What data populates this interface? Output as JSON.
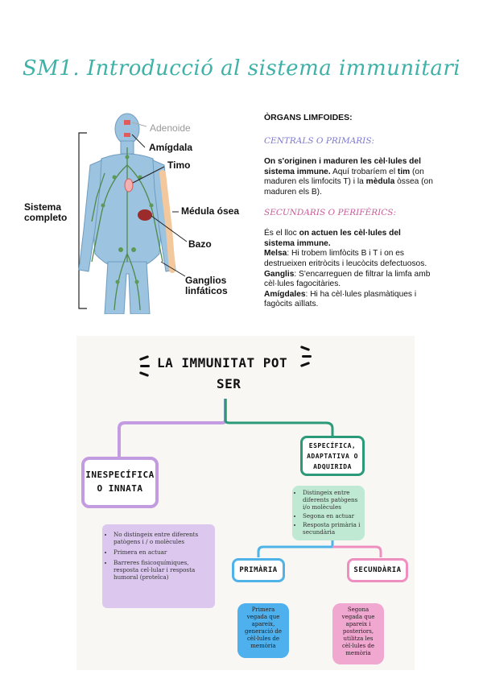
{
  "title": "SM1. Introducció al sistema immunitari",
  "anatomy": {
    "labels": {
      "adenoide": "Adenoide",
      "amigdala": "Amígdala",
      "timo": "Timo",
      "sistema": "Sistema\ncompleto",
      "medula": "Médula ósea",
      "bazo": "Bazo",
      "ganglios": "Ganglios\nlinfáticos"
    }
  },
  "organs": {
    "heading": "ÒRGANS LIMFOIDES:",
    "centrals_title": "CENTRALS O PRIMARIS:",
    "centrals": {
      "b1": "On s'originen i maduren les cèl·lules del sistema immune.",
      "t1": " Aquí trobaríem el ",
      "b2": "tim",
      "t2": " (on maduren els limfocits T) i la ",
      "b3": "mèdula",
      "t3": " òssea (on maduren els B)."
    },
    "secundaris_title": "SECUNDARIS O PERIFÈRICS:",
    "secundaris": {
      "t1": "És el lloc ",
      "b1": "on actuen les cèl·lules del sistema immune.",
      "melsa_b": "Melsa",
      "melsa_t": ": Hi trobem limfòcits B i T i on es destrueixen eritròcits i leucòcits defectuosos.",
      "ganglis_b": "Ganglis",
      "ganglis_t": ": S'encarreguen de filtrar la limfa amb cèl·lules fagocitàries.",
      "amig_b": "Amígdales",
      "amig_t": ": Hi ha cèl·lules plasmàtiques i fagòcits aïllats."
    }
  },
  "mindmap": {
    "title_line1": "LA IMMUNITAT POT",
    "title_line2": "SER",
    "inespecifica": "INESPECÍFICA\nO INNATA",
    "inespecifica_points": [
      "No distingeix entre diferents patògens i / o molècules",
      "Primera en actuar",
      "Barreres fisicoquímiques, resposta cel·lular i resposta humoral (proteïca)"
    ],
    "especifica": "ESPECÍFICA,\nADAPTATIVA O\nADQUIRIDA",
    "especifica_points": [
      "Distingeix entre diferents patògens i/o molècules",
      "Segona en actuar",
      "Resposta primària i secundària"
    ],
    "primaria": "PRIMÀRIA",
    "primaria_text": "Primera vegada que apareix, generació de cèl·lules de memòria",
    "secundaria": "SECUNDÀRIA",
    "secundaria_text": "Segona vegada que apareix i posteriors, utilitza les cèl·lules de memòria",
    "colors": {
      "teal": "#2b9a78",
      "purple": "#c39be0",
      "blue": "#4fb3e8",
      "pink": "#ef8fc0",
      "mint": "#bfe9d2",
      "lilac": "#dcc8ef",
      "cardblue": "#4fb0ee",
      "cardpink": "#f1a8d0"
    }
  }
}
